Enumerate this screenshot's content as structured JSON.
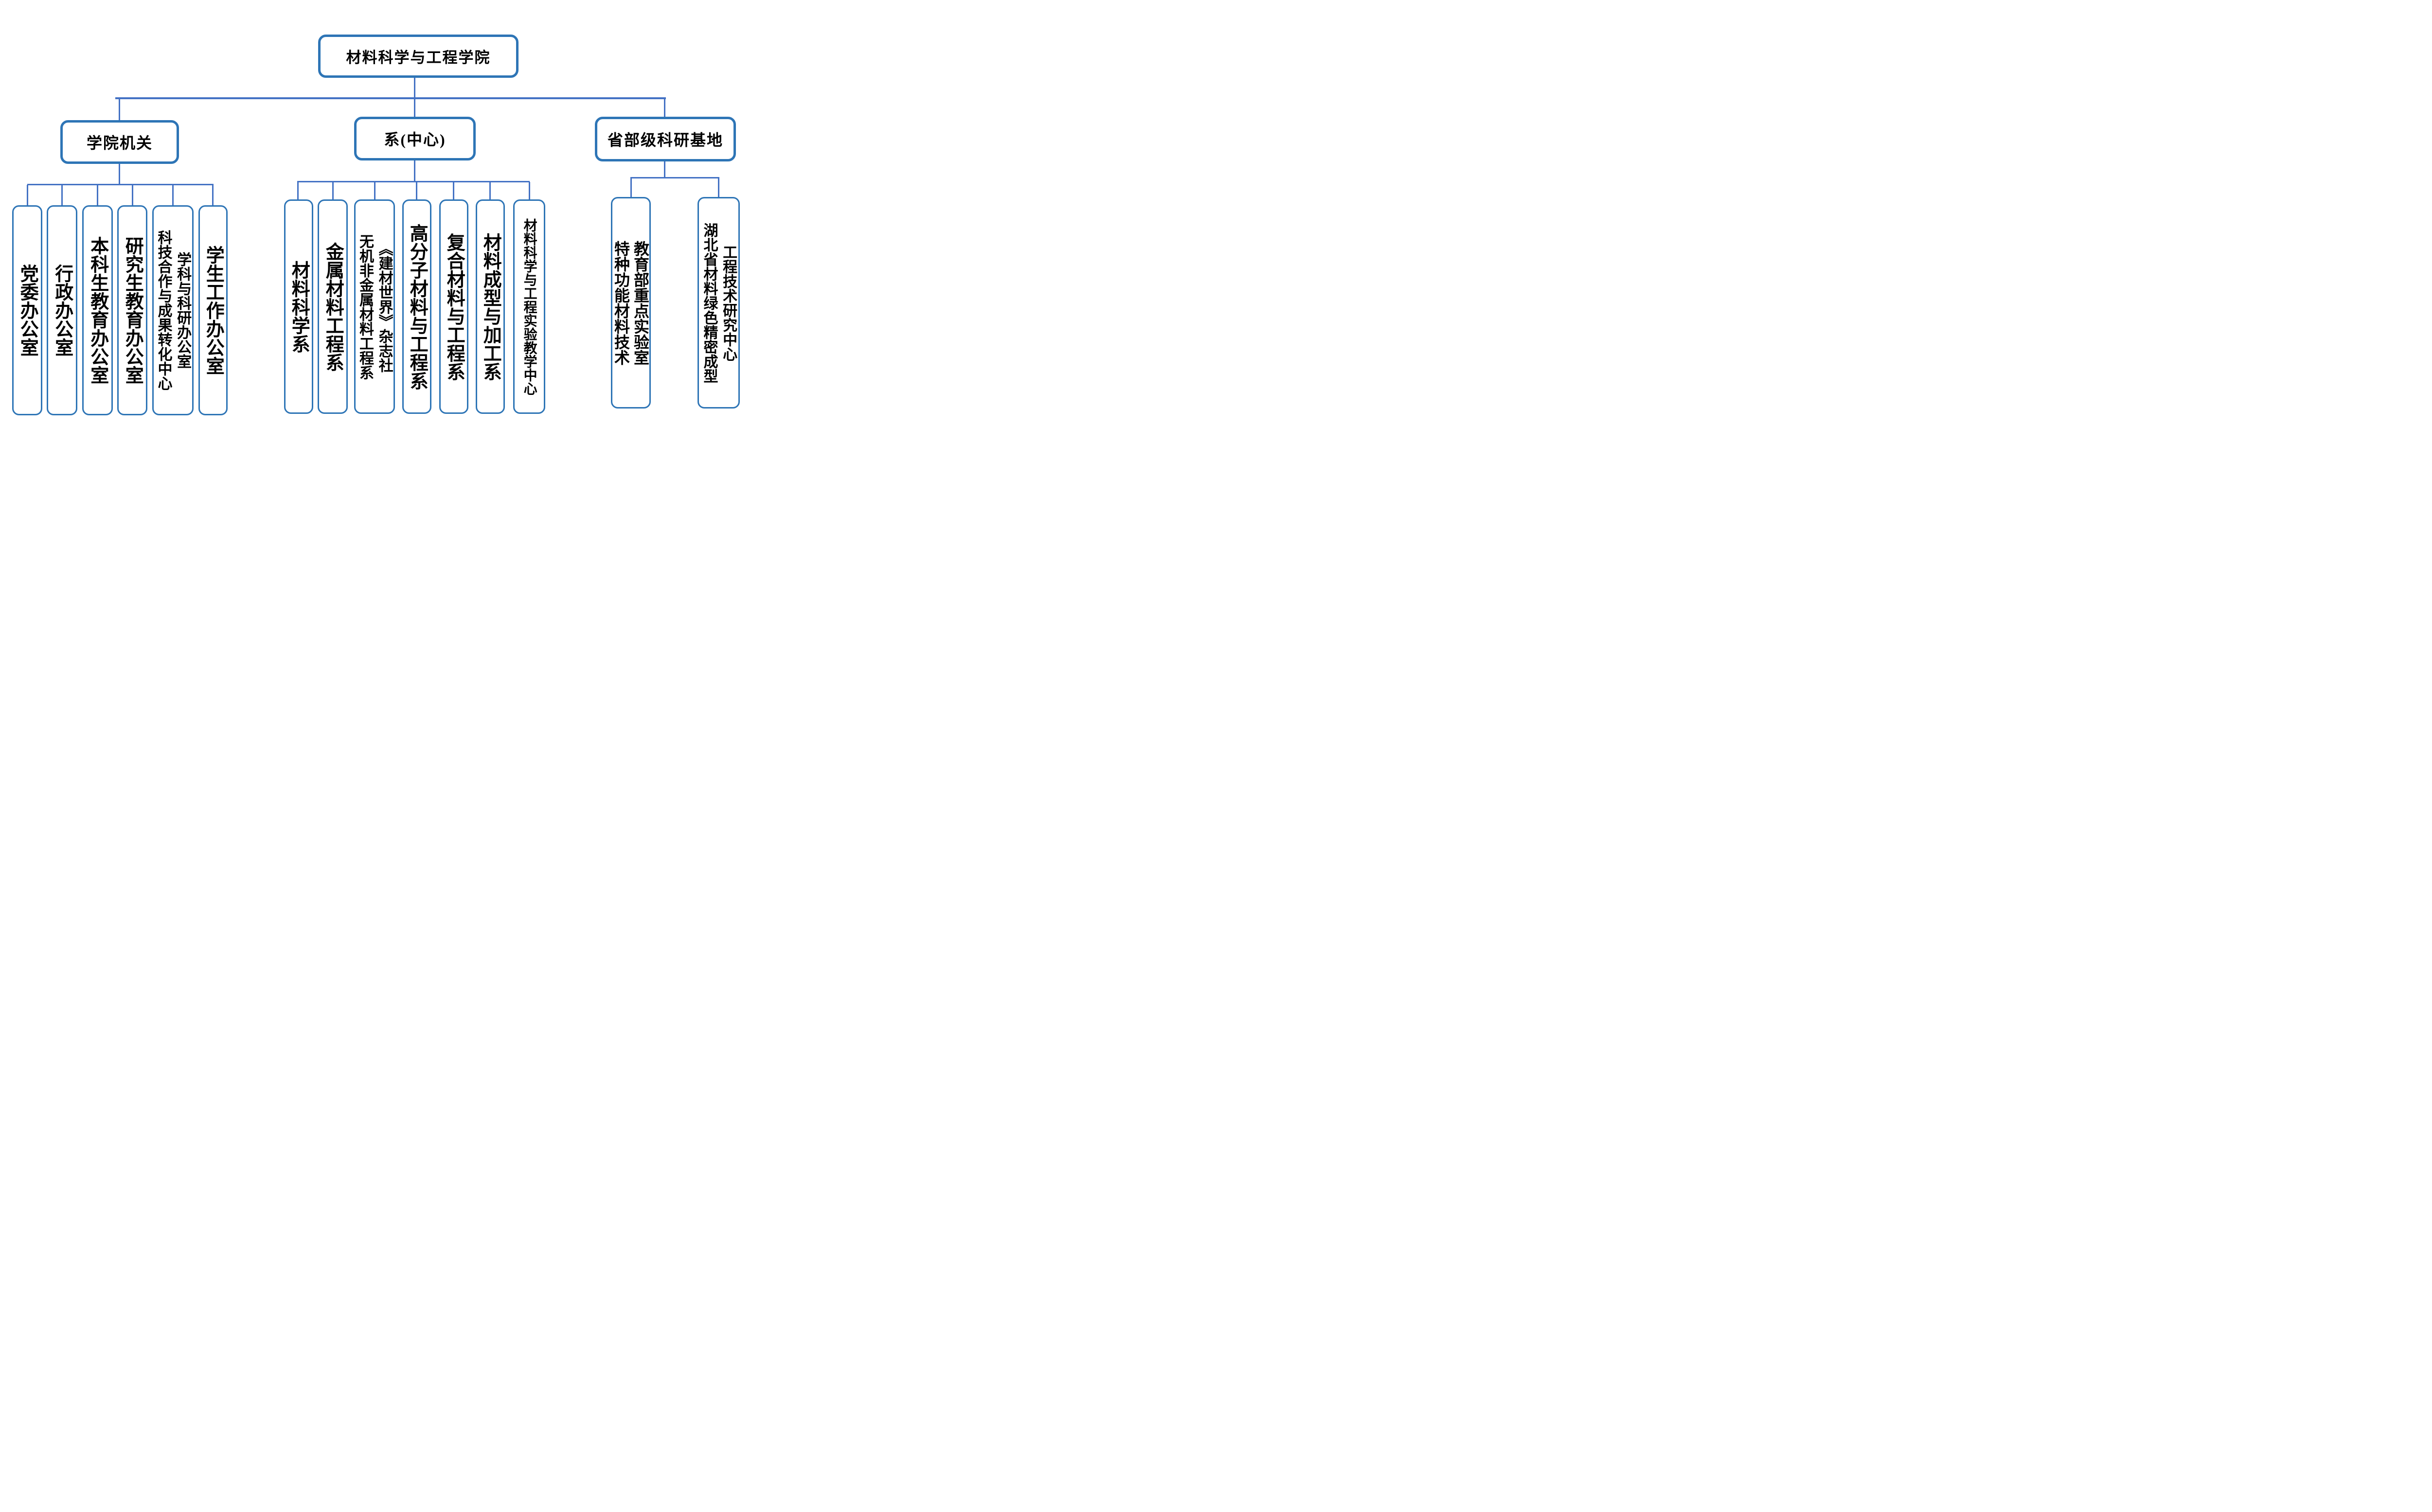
{
  "palette": {
    "box_border": "#2e75b6",
    "connector": "#4472c4",
    "text": "#000000",
    "background": "#ffffff"
  },
  "root": {
    "label": "材料科学与工程学院"
  },
  "groups": [
    {
      "label": "学院机关",
      "children": [
        {
          "text": "党委办公室"
        },
        {
          "text": "行政办公室"
        },
        {
          "text": "本科生教育办公室"
        },
        {
          "text": "研究生教育办公室"
        },
        {
          "text": "学科与科研办公室\n科技合作与成果转化中心"
        },
        {
          "text": "学生工作办公室"
        }
      ]
    },
    {
      "label": "系(中心)",
      "children": [
        {
          "text": "材料科学系"
        },
        {
          "text": "金属材料工程系"
        },
        {
          "text": "《建材世界》杂志社\n无机非金属材料工程系"
        },
        {
          "text": "高分子材料与工程系"
        },
        {
          "text": "复合材料与工程系"
        },
        {
          "text": "材料成型与加工系"
        },
        {
          "text": "材料科学与工程实验教学中心"
        }
      ]
    },
    {
      "label": "省部级科研基地",
      "children": [
        {
          "text": "教育部重点实验室\n特种功能材料技术"
        },
        {
          "text": "工程技术研究中心\n湖北省材料绿色精密成型"
        }
      ]
    }
  ]
}
